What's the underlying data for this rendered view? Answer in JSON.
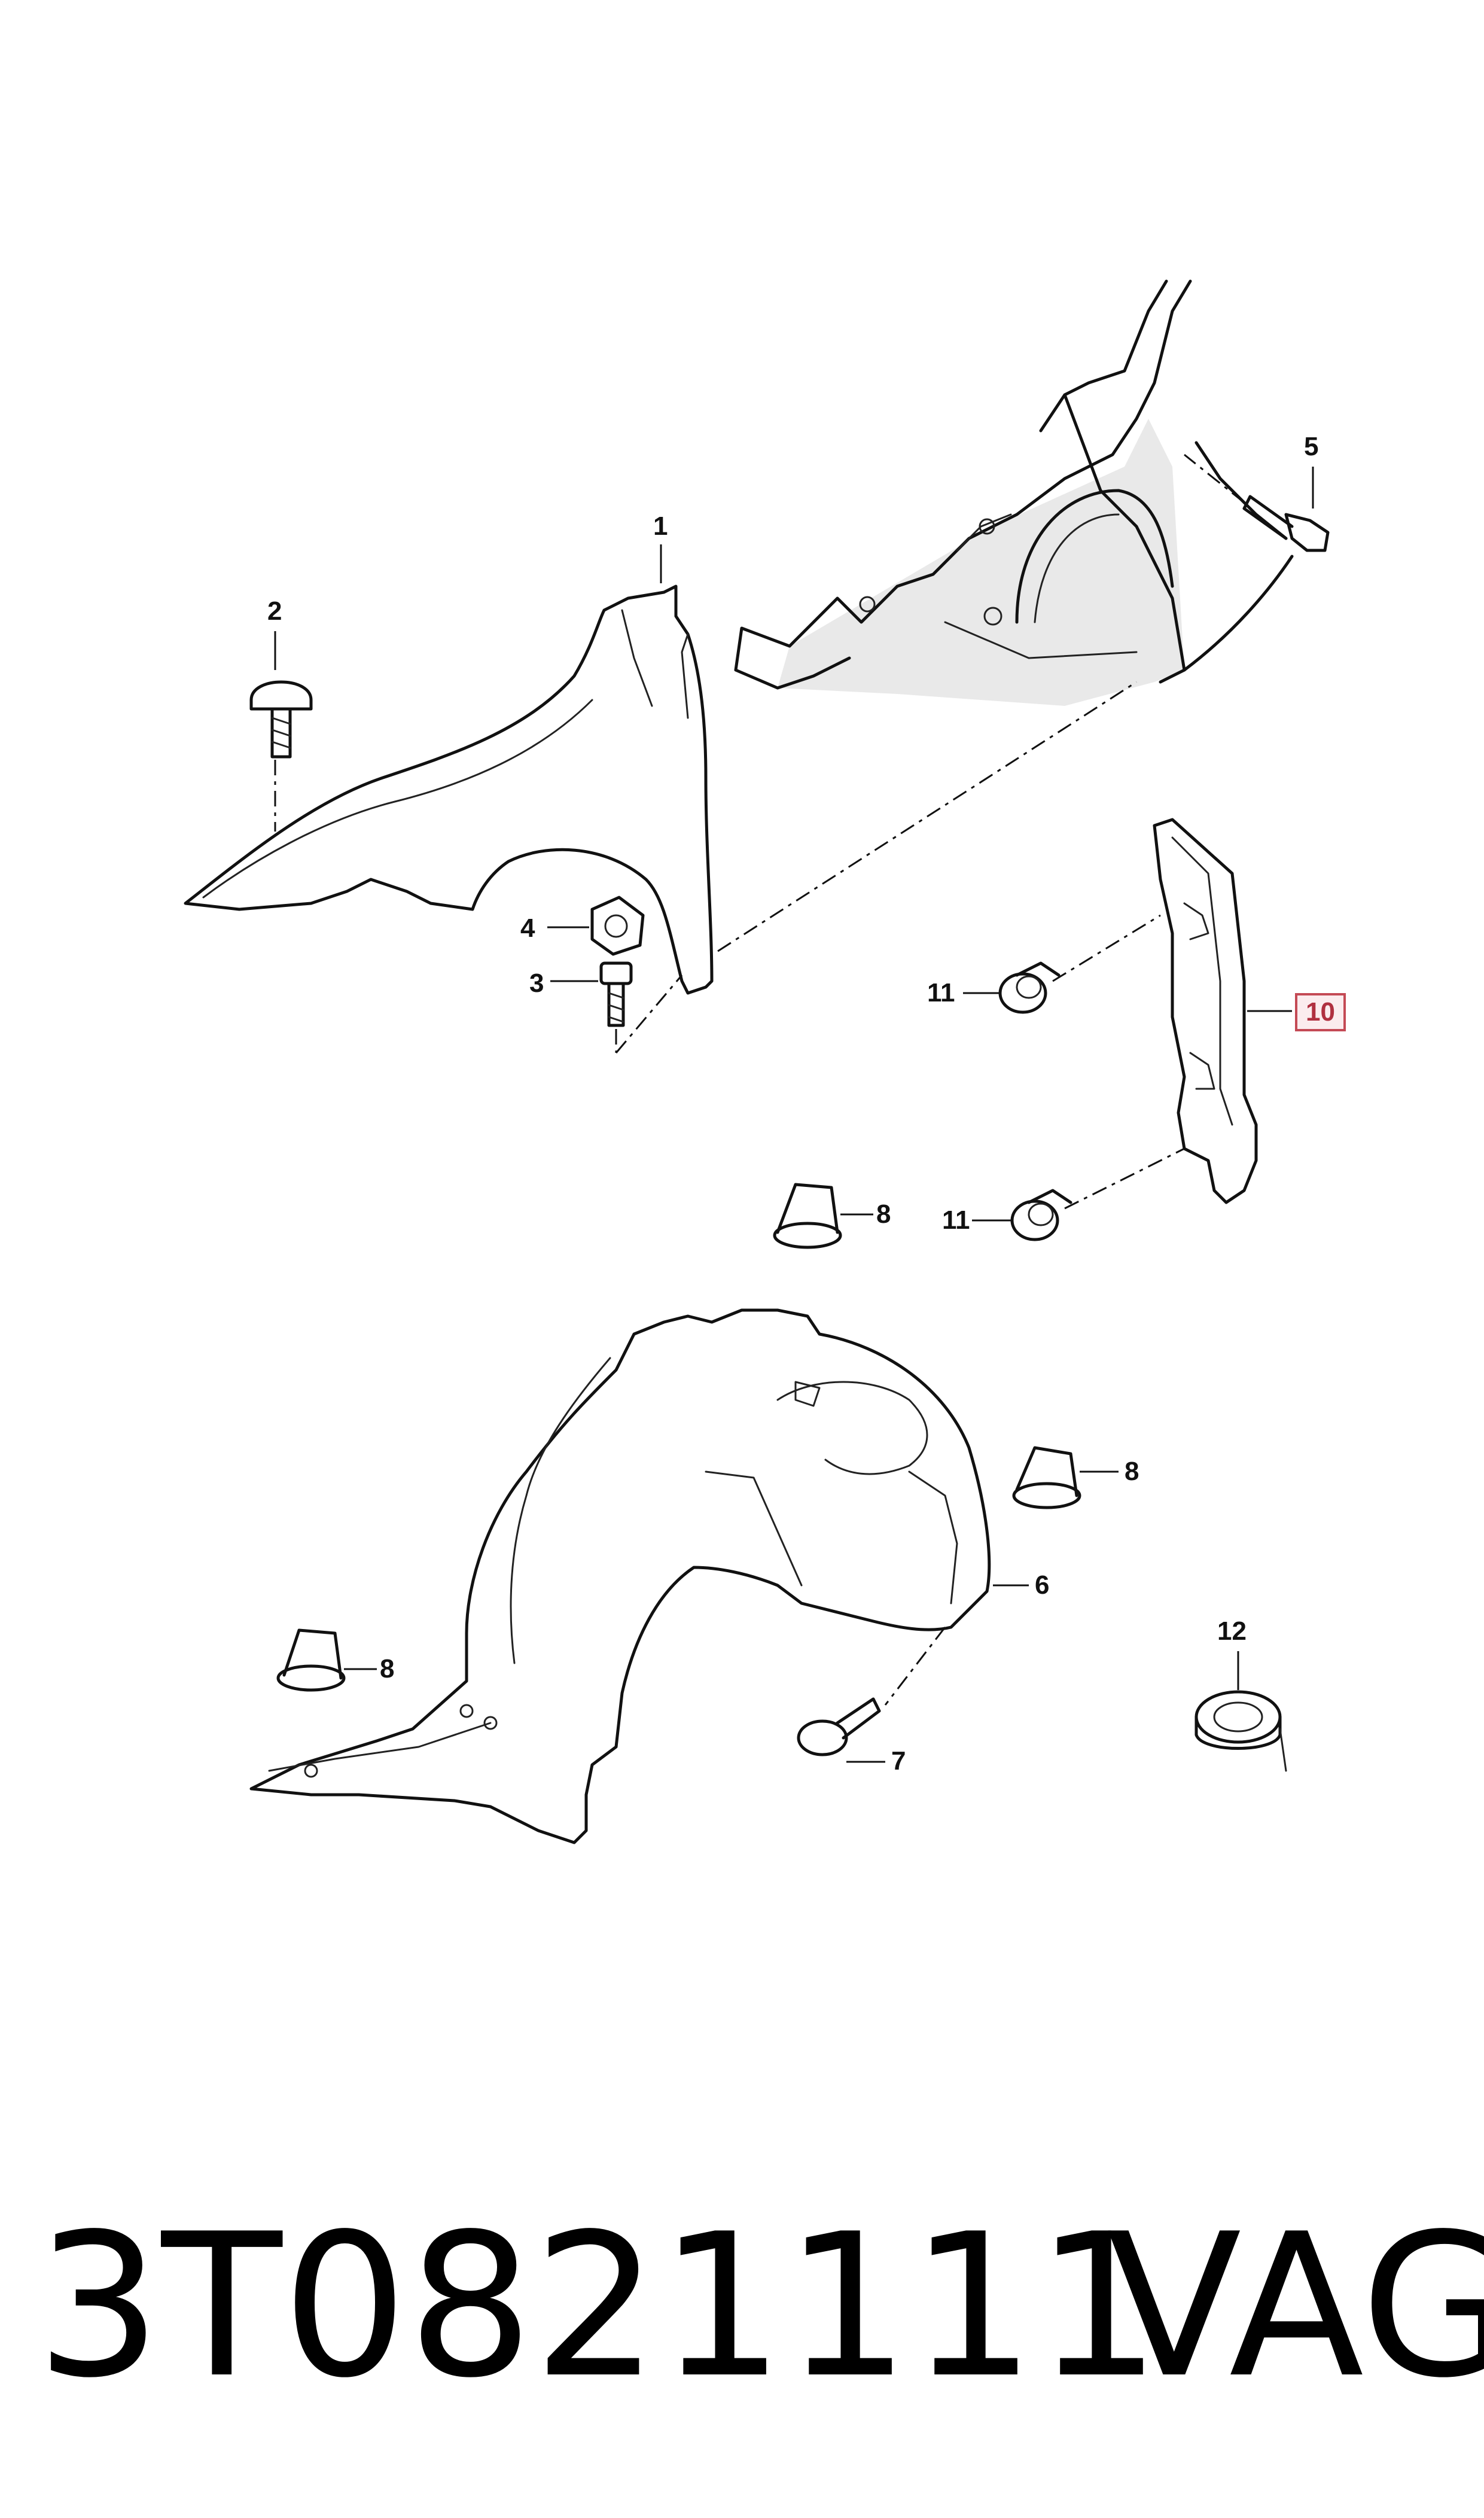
{
  "callouts": {
    "c1": "1",
    "c2": "2",
    "c3": "3",
    "c4": "4",
    "c5": "5",
    "c6": "6",
    "c7": "7",
    "c8a": "8",
    "c8b": "8",
    "c8c": "8",
    "c10": "10",
    "c11a": "11",
    "c11b": "11",
    "c12": "12"
  },
  "footer": {
    "part_number": "3T0821111",
    "brand": "VAG"
  },
  "colors": {
    "highlight_border": "#c44a55",
    "highlight_fill": "#fbecee",
    "line": "#111111"
  }
}
